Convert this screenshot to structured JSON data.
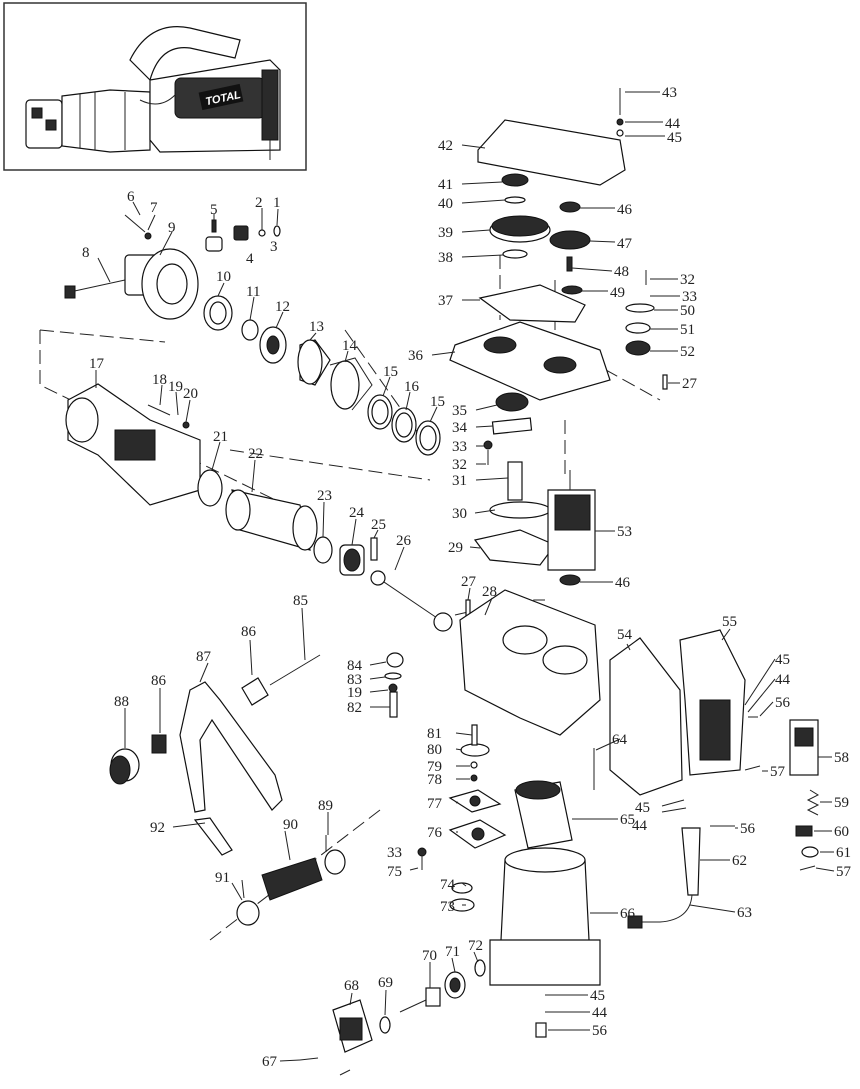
{
  "inset": {
    "brand_logo": "TOTAL"
  },
  "part_numbers": {
    "p1": "1",
    "p2": "2",
    "p3": "3",
    "p4": "4",
    "p5": "5",
    "p6": "6",
    "p7": "7",
    "p8": "8",
    "p9": "9",
    "p10": "10",
    "p11": "11",
    "p12": "12",
    "p13": "13",
    "p14": "14",
    "p15": "15",
    "p16": "16",
    "p17": "17",
    "p18": "18",
    "p19": "19",
    "p20": "20",
    "p21": "21",
    "p22": "22",
    "p23": "23",
    "p24": "24",
    "p25": "25",
    "p26": "26",
    "p27": "27",
    "p28": "28",
    "p29": "29",
    "p30": "30",
    "p31": "31",
    "p32": "32",
    "p33": "33",
    "p34": "34",
    "p35": "35",
    "p36": "36",
    "p37": "37",
    "p38": "38",
    "p39": "39",
    "p40": "40",
    "p41": "41",
    "p42": "42",
    "p43": "43",
    "p44": "44",
    "p45": "45",
    "p46": "46",
    "p47": "47",
    "p48": "48",
    "p49": "49",
    "p50": "50",
    "p51": "51",
    "p52": "52",
    "p53": "53",
    "p54": "54",
    "p55": "55",
    "p56": "56",
    "p57": "57",
    "p58": "58",
    "p59": "59",
    "p60": "60",
    "p61": "61",
    "p62": "62",
    "p63": "63",
    "p64": "64",
    "p65": "65",
    "p66": "66",
    "p67": "67",
    "p68": "68",
    "p69": "69",
    "p70": "70",
    "p71": "71",
    "p72": "72",
    "p73": "73",
    "p74": "74",
    "p75": "75",
    "p76": "76",
    "p77": "77",
    "p78": "78",
    "p79": "79",
    "p80": "80",
    "p81": "81",
    "p82": "82",
    "p83": "83",
    "p84": "84",
    "p85": "85",
    "p86": "86",
    "p87": "87",
    "p88": "88",
    "p89": "89",
    "p90": "90",
    "p91": "91",
    "p92": "92"
  }
}
